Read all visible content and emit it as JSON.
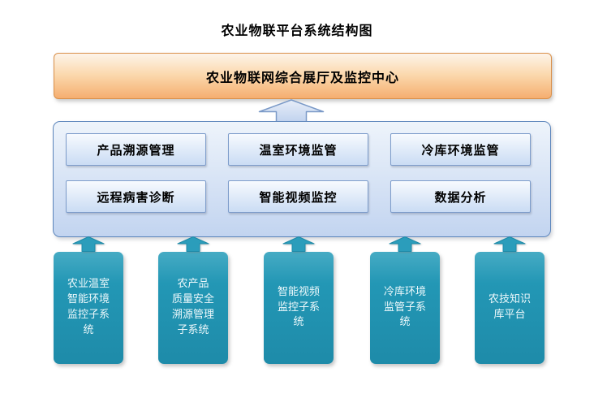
{
  "title": "农业物联平台系统结构图",
  "center": {
    "label": "农业物联网综合展厅及监控中心"
  },
  "modules": [
    "产品溯源管理",
    "温室环境监管",
    "冷库环境监管",
    "远程病害诊断",
    "智能视频监控",
    "数据分析"
  ],
  "subsystems": [
    {
      "label": "农业温室\n智能环境\n监控子系\n统"
    },
    {
      "label": "农产品\n质量安全\n溯源管理\n子系统"
    },
    {
      "label": "智能视频\n监控子系\n统"
    },
    {
      "label": "冷库环境\n监管子系\n统"
    },
    {
      "label": "农技知识\n库平台"
    }
  ],
  "colors": {
    "banner_top": "#FDF4E9",
    "banner_bottom": "#F5AE70",
    "banner_border": "#D98F49",
    "panel_top": "#EEF4FB",
    "panel_bottom": "#C2D4F0",
    "panel_border": "#5C85BB",
    "module_border": "#7E9DCB",
    "subsys_mid": "#2397B5",
    "small_arrow_fill": "#2B9DBB",
    "big_arrow_border": "#7A99C7",
    "text_dark": "#000000",
    "text_light": "#ECF8FB"
  }
}
